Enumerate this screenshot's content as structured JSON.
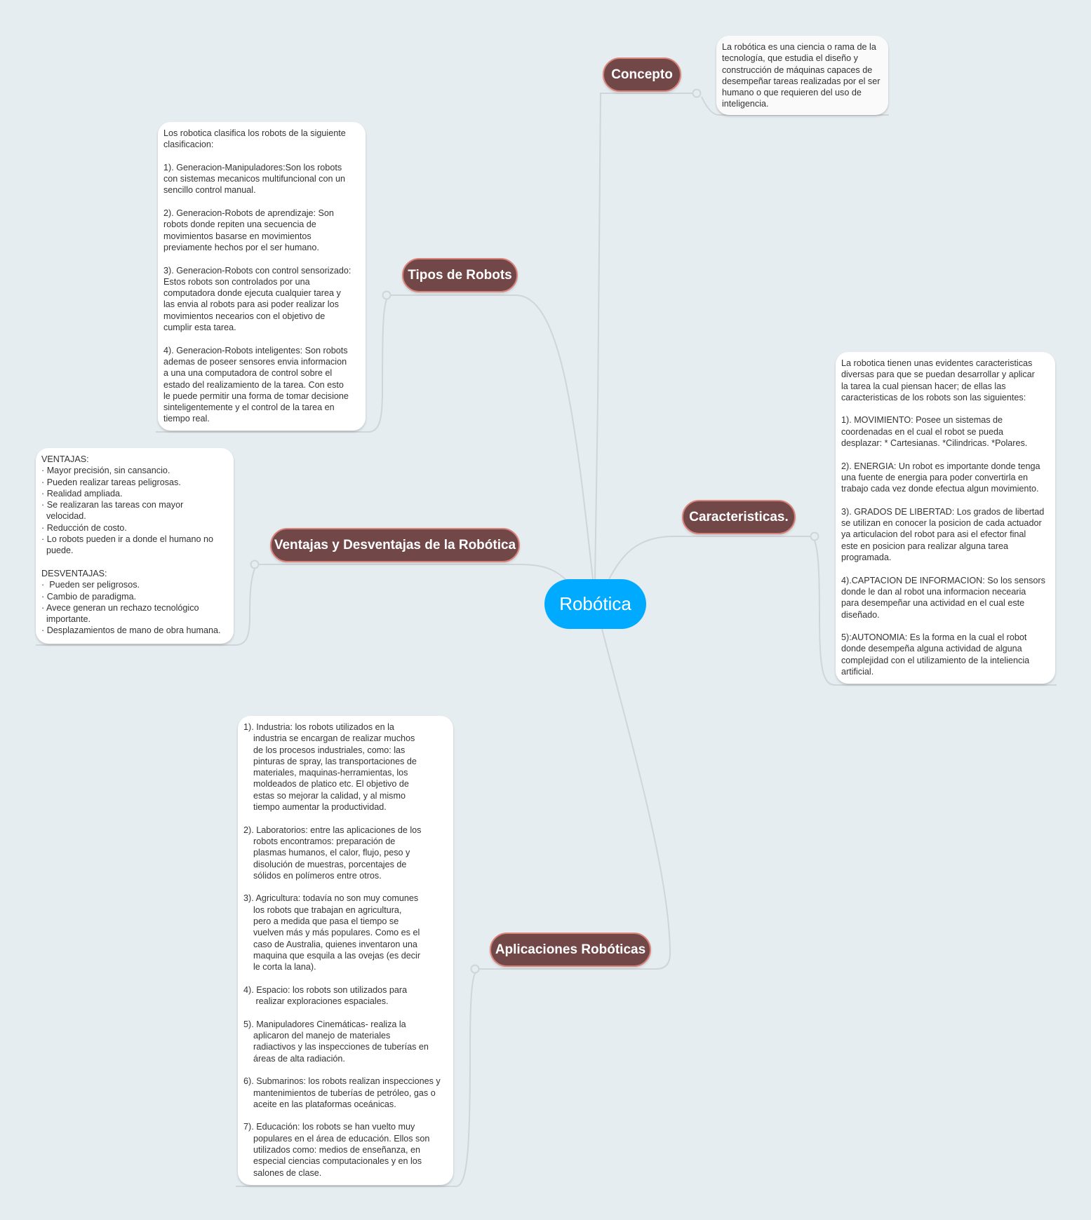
{
  "colors": {
    "background": "#e6edf0",
    "central_node": "#00aaff",
    "branch_node": "#724747",
    "branch_border": "#d9837b",
    "connector": "#cfd5d8"
  },
  "central": {
    "label": "Robótica"
  },
  "branches": {
    "concepto": {
      "label": "Concepto",
      "note": "La robótica es una ciencia o rama de la\ntecnología, que estudia el diseño y\nconstrucción de máquinas capaces de\ndesempeñar tareas realizadas por el ser\nhumano o que requieren del uso de\ninteligencia."
    },
    "tipos": {
      "label": "Tipos de Robots",
      "note": "Los robotica clasifica los robots de la siguiente\nclasificacion:\n\n1). Generacion-Manipuladores:Son los robots\ncon sistemas mecanicos multifuncional con un\nsencillo control manual.\n\n2). Generacion-Robots de aprendizaje: Son\nrobots donde repiten una secuencia de\nmovimientos basarse en movimientos\npreviamente hechos por el ser humano.\n\n3). Generacion-Robots con control sensorizado:\nEstos robots son controlados por una\ncomputadora donde ejecuta cualquier tarea y\nlas envia al robots para asi poder realizar los\nmovimientos necearios con el objetivo de\ncumplir esta tarea.\n\n4). Generacion-Robots inteligentes: Son robots\nademas de poseer sensores envia informacion\na una una computadora de control sobre el\nestado del realizamiento de la tarea. Con esto\nle puede permitir una forma de tomar decisione\nsinteligentemente y el control de la tarea en\ntiempo real."
    },
    "ventajas": {
      "label": "Ventajas y Desventajas de la Robótica",
      "note": "VENTAJAS:\n· Mayor precisión, sin cansancio.\n· Pueden realizar tareas peligrosas.\n· Realidad ampliada.\n· Se realizaran las tareas con mayor\n  velocidad.\n· Reducción de costo.\n· Lo robots pueden ir a donde el humano no\n  puede.\n\nDESVENTAJAS:\n·  Pueden ser peligrosos.\n· Cambio de paradigma.\n· Avece generan un rechazo tecnológico\n  importante.\n· Desplazamientos de mano de obra humana."
    },
    "caracteristicas": {
      "label": "Caracteristicas.",
      "note": "La robotica tienen unas evidentes caracteristicas\ndiversas para que se puedan desarrollar y aplicar\nla tarea la cual piensan hacer; de ellas las\ncaracteristicas de los robots son las siguientes:\n\n1). MOVIMIENTO: Posee un sistemas de\ncoordenadas en el cual el robot se pueda\ndesplazar: * Cartesianas. *Cilindricas. *Polares.\n\n2). ENERGIA: Un robot es importante donde tenga\nuna fuente de energia para poder convertirla en\ntrabajo cada vez donde efectua algun movimiento.\n\n3). GRADOS DE LIBERTAD: Los grados de libertad\nse utilizan en conocer la posicion de cada actuador\nya articulacion del robot para asi el efector final\neste en posicion para realizar alguna tarea\nprogramada.\n\n4).CAPTACION DE INFORMACION: So los sensors\ndonde le dan al robot una informacion necearia\npara desempeñar una actividad en el cual este\ndiseñado.\n\n5):AUTONOMIA: Es la forma en la cual el robot\ndonde desempeña alguna actividad de alguna\ncomplejidad con el utilizamiento de la inteliencia\nartificial."
    },
    "aplicaciones": {
      "label": "Aplicaciones Robóticas",
      "note": "1). Industria: los robots utilizados en la\n    industria se encargan de realizar muchos\n    de los procesos industriales, como: las\n    pinturas de spray, las transportaciones de\n    materiales, maquinas-herramientas, los\n    moldeados de platico etc. El objetivo de\n    estas so mejorar la calidad, y al mismo\n    tiempo aumentar la productividad.\n\n2). Laboratorios: entre las aplicaciones de los\n    robots encontramos: preparación de\n    plasmas humanos, el calor, flujo, peso y\n    disolución de muestras, porcentajes de\n    sólidos en polímeros entre otros.\n\n3). Agricultura: todavía no son muy comunes\n    los robots que trabajan en agricultura,\n    pero a medida que pasa el tiempo se\n    vuelven más y más populares. Como es el\n    caso de Australia, quienes inventaron una\n    maquina que esquila a las ovejas (es decir\n    le corta la lana).\n\n4). Espacio: los robots son utilizados para\n     realizar exploraciones espaciales.\n\n5). Manipuladores Cinemáticas- realiza la\n    aplicaron del manejo de materiales\n    radiactivos y las inspecciones de tuberías en\n    áreas de alta radiación.\n\n6). Submarinos: los robots realizan inspecciones y\n    mantenimientos de tuberías de petróleo, gas o\n    aceite en las plataformas oceánicas.\n\n7). Educación: los robots se han vuelto muy\n    populares en el área de educación. Ellos son\n    utilizados como: medios de enseñanza, en\n    especial ciencias computacionales y en los\n    salones de clase."
    }
  }
}
